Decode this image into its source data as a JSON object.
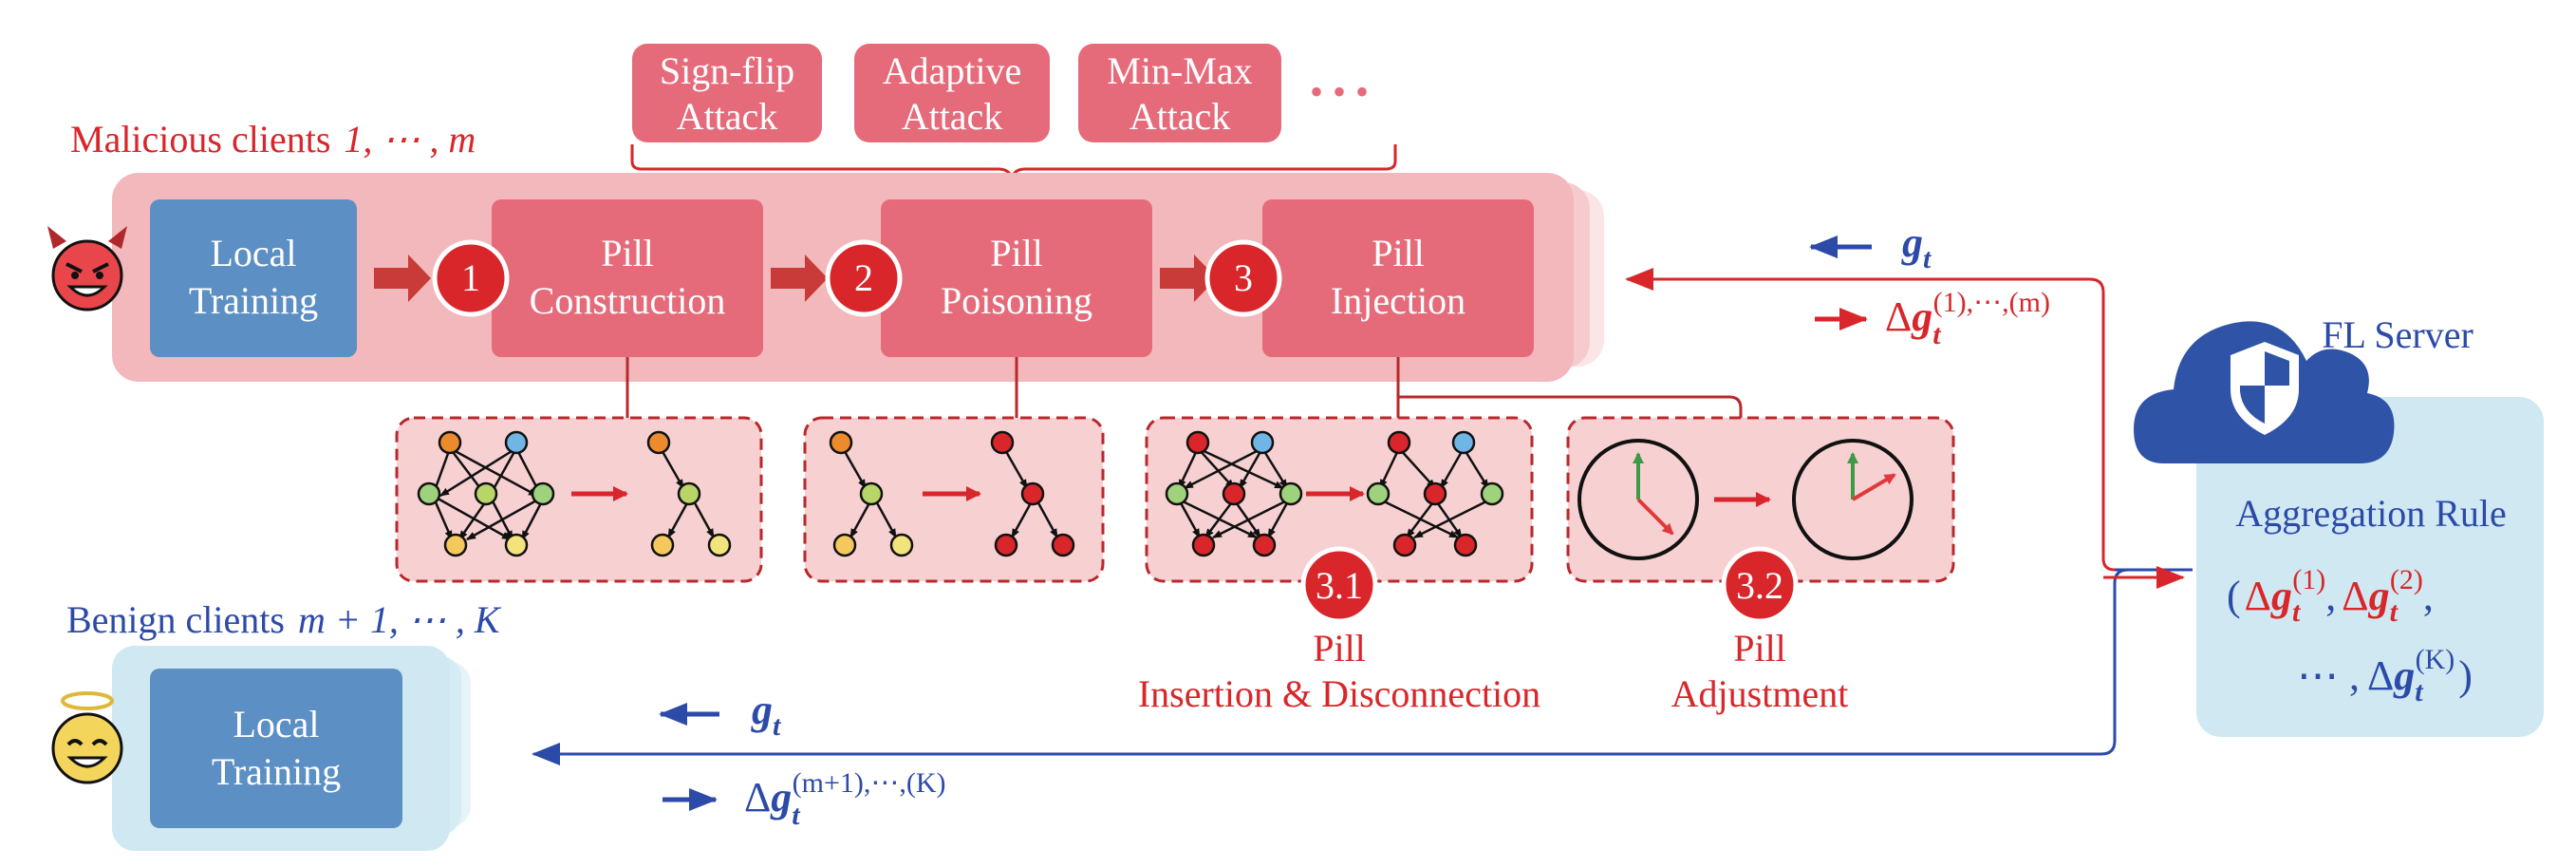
{
  "colors": {
    "malicious_red": "#d8262a",
    "benign_blue": "#2c4aa8",
    "box_pink": "#e56b7a",
    "band_pink": "#f3b8bb",
    "local_blue": "#5c8fc4",
    "light_blue": "#cfe8f1",
    "server_cloud": "#2f53a6"
  },
  "attacks": [
    "Sign-flip Attack",
    "Adaptive Attack",
    "Min-Max Attack"
  ],
  "attacks_more": "• • •",
  "malicious": {
    "label_text": "Malicious clients",
    "label_math": "1, ⋯ , m",
    "local_training": [
      "Local",
      "Training"
    ],
    "steps": [
      {
        "num": "1",
        "lines": [
          "Pill",
          "Construction"
        ]
      },
      {
        "num": "2",
        "lines": [
          "Pill",
          "Poisoning"
        ]
      },
      {
        "num": "3",
        "lines": [
          "Pill",
          "Injection"
        ]
      }
    ],
    "face_icon": "devil-face-icon"
  },
  "substeps": [
    {
      "num": "3.1",
      "lines": [
        "Pill",
        "Insertion & Disconnection"
      ]
    },
    {
      "num": "3.2",
      "lines": [
        "Pill",
        "Adjustment"
      ]
    }
  ],
  "benign": {
    "label_text": "Benign clients",
    "label_math": "m + 1, ⋯ , K",
    "local_training": [
      "Local",
      "Training"
    ],
    "face_icon": "angel-face-icon"
  },
  "server": {
    "title": "FL Server",
    "rule_label": "Aggregation Rule",
    "icon": "shield-icon"
  },
  "math": {
    "g_t": "g",
    "delta": "Δ",
    "sub_t": "t",
    "mal_sup": "(1),⋯,(m)",
    "ben_sup": "(m+1),⋯,(K)",
    "agg_sup1": "(1)",
    "agg_sup2": "(2)",
    "agg_supK": "(K)",
    "agg_open": "(",
    "agg_close": ")",
    "agg_dots": "⋯ ,"
  }
}
